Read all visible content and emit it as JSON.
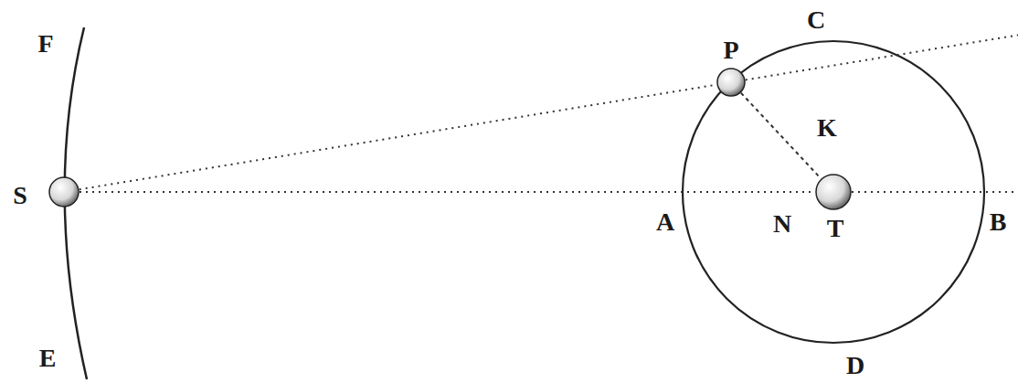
{
  "diagram": {
    "nodes": [
      {
        "text": [
          "S"
        ]
      },
      {
        "text": [
          "P"
        ]
      },
      {
        "text": [
          "T"
        ]
      }
    ],
    "edges": [
      {
        "from": 0,
        "to": 2,
        "arrow": "none"
      },
      {
        "from": 0,
        "to": 1,
        "arrow": "none"
      },
      {
        "from": 1,
        "to": 2,
        "arrow": "none"
      }
    ],
    "labels": [
      "F",
      "E",
      "C",
      "K",
      "A",
      "N",
      "B",
      "D"
    ]
  }
}
